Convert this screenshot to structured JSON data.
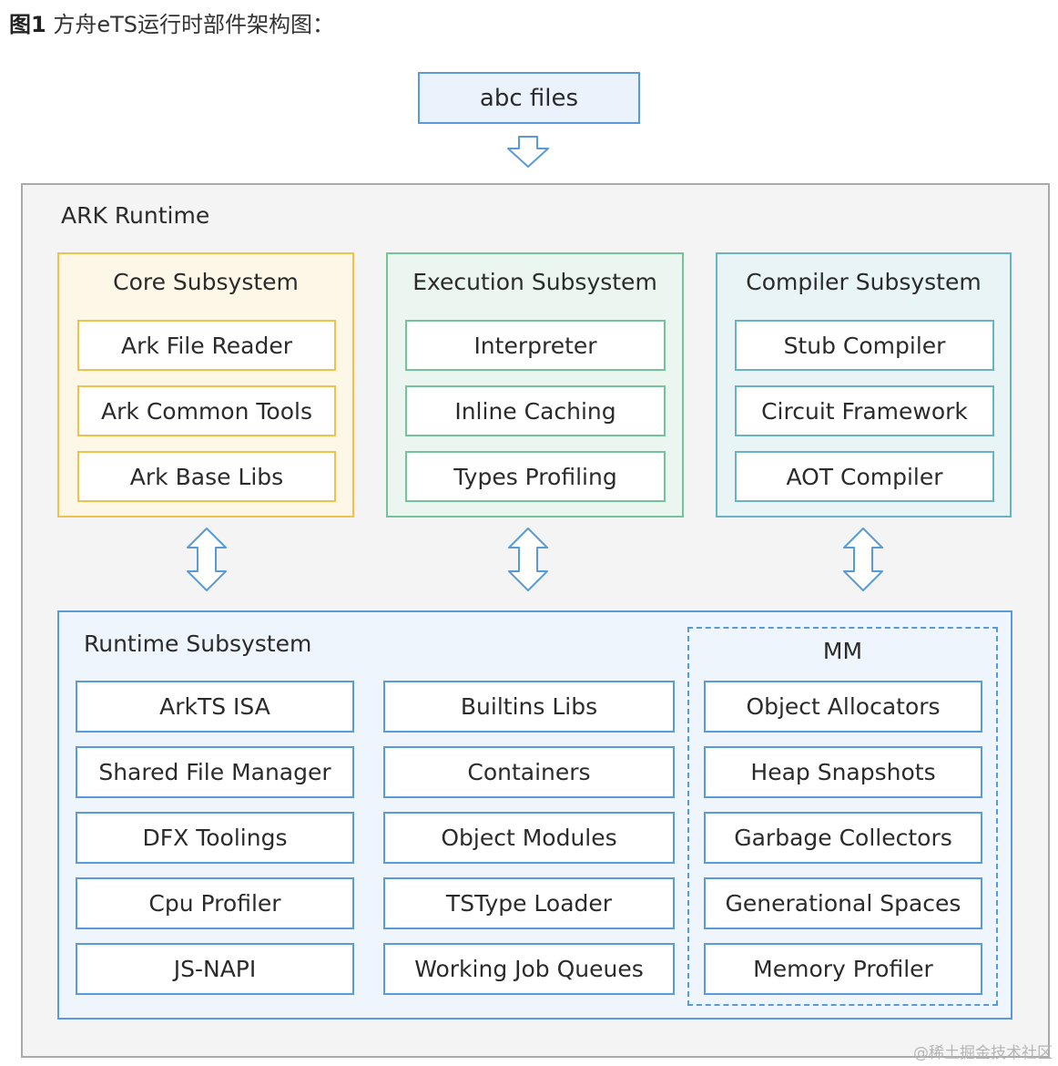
{
  "caption": {
    "fig_label": "图1",
    "text": "方舟eTS运行时部件架构图："
  },
  "input": {
    "label": "abc files"
  },
  "ark": {
    "title": "ARK Runtime"
  },
  "core": {
    "title": "Core Subsystem",
    "items": [
      "Ark File Reader",
      "Ark Common Tools",
      "Ark Base Libs"
    ]
  },
  "execution": {
    "title": "Execution Subsystem",
    "items": [
      "Interpreter",
      "Inline Caching",
      "Types Profiling"
    ]
  },
  "compiler": {
    "title": "Compiler Subsystem",
    "items": [
      "Stub Compiler",
      "Circuit Framework",
      "AOT Compiler"
    ]
  },
  "runtime": {
    "title": "Runtime Subsystem",
    "col1": [
      "ArkTS ISA",
      "Shared File Manager",
      "DFX Toolings",
      "Cpu Profiler",
      "JS-NAPI"
    ],
    "col2": [
      "Builtins Libs",
      "Containers",
      "Object Modules",
      "TSType Loader",
      "Working Job Queues"
    ]
  },
  "mm": {
    "title": "MM",
    "items": [
      "Object Allocators",
      "Heap Snapshots",
      "Garbage Collectors",
      "Generational Spaces",
      "Memory Profiler"
    ]
  },
  "watermark": "@稀土掘金技术社区",
  "colors": {
    "blue": "#5a9ad6",
    "yellow": "#f0c24c",
    "green": "#74c39a",
    "teal": "#6ab3c6"
  }
}
